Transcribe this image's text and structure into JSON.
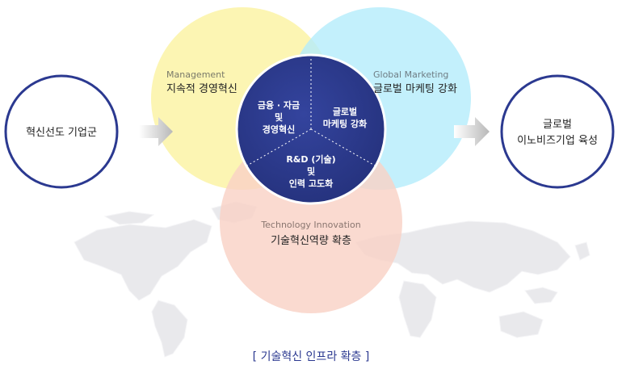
{
  "left_node": {
    "label": "혁신선도 기업군"
  },
  "right_node": {
    "line1": "글로벌",
    "line2": "이노비즈기업 육성"
  },
  "circles": {
    "management": {
      "title_en": "Management",
      "title_ko": "지속적 경영혁신",
      "color": "#fbf3a6"
    },
    "global": {
      "title_en": "Global Marketing",
      "title_ko": "글로벌 마케팅 강화",
      "color": "#b4ecfb"
    },
    "technology": {
      "title_en": "Technology Innovation",
      "title_ko": "기술혁신역량 확층",
      "color": "#f9d2c6"
    }
  },
  "core": {
    "color": "#2b3990",
    "segment_left": {
      "line1": "금융 · 자금",
      "line2": "및",
      "line3": "경영혁신"
    },
    "segment_right": {
      "line1": "글로벌",
      "line2": "마케팅 강화"
    },
    "segment_bottom": {
      "line1": "R&D (기술)",
      "line2": "및",
      "line3": "인력 고도화"
    }
  },
  "footer": {
    "caption": "[ 기술혁신 인프라 확층 ]",
    "color": "#2b3990"
  },
  "node_border_color": "#2b3990"
}
